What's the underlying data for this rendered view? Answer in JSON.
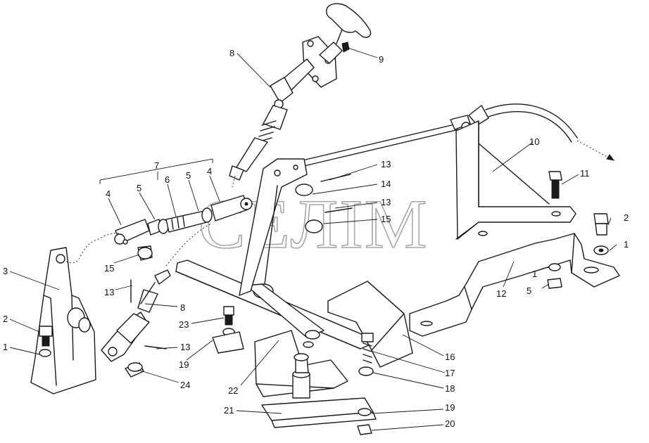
{
  "watermark": "СЕЛІМ",
  "callouts": [
    {
      "id": "c8-top",
      "text": "8"
    },
    {
      "id": "c9",
      "text": "9"
    },
    {
      "id": "c10",
      "text": "10"
    },
    {
      "id": "c11",
      "text": "11"
    },
    {
      "id": "c13-a",
      "text": "13"
    },
    {
      "id": "c14",
      "text": "14"
    },
    {
      "id": "c13-b",
      "text": "13"
    },
    {
      "id": "c15-a",
      "text": "15"
    },
    {
      "id": "c7",
      "text": "7"
    },
    {
      "id": "c4-a",
      "text": "4"
    },
    {
      "id": "c5-a",
      "text": "5"
    },
    {
      "id": "c6",
      "text": "6"
    },
    {
      "id": "c5-b",
      "text": "5"
    },
    {
      "id": "c4-b",
      "text": "4"
    },
    {
      "id": "c2-right",
      "text": "2"
    },
    {
      "id": "c1-right",
      "text": "1"
    },
    {
      "id": "c1-mid",
      "text": "1"
    },
    {
      "id": "c5-c",
      "text": "5"
    },
    {
      "id": "c12",
      "text": "12"
    },
    {
      "id": "c3",
      "text": "3"
    },
    {
      "id": "c15-b",
      "text": "15"
    },
    {
      "id": "c13-c",
      "text": "13"
    },
    {
      "id": "c8-low",
      "text": "8"
    },
    {
      "id": "c2-left",
      "text": "2"
    },
    {
      "id": "c1-left",
      "text": "1"
    },
    {
      "id": "c13-d",
      "text": "13"
    },
    {
      "id": "c19-a",
      "text": "19"
    },
    {
      "id": "c23",
      "text": "23"
    },
    {
      "id": "c24",
      "text": "24"
    },
    {
      "id": "c22",
      "text": "22"
    },
    {
      "id": "c16",
      "text": "16"
    },
    {
      "id": "c17",
      "text": "17"
    },
    {
      "id": "c18",
      "text": "18"
    },
    {
      "id": "c21",
      "text": "21"
    },
    {
      "id": "c19-b",
      "text": "19"
    },
    {
      "id": "c20",
      "text": "20"
    }
  ]
}
